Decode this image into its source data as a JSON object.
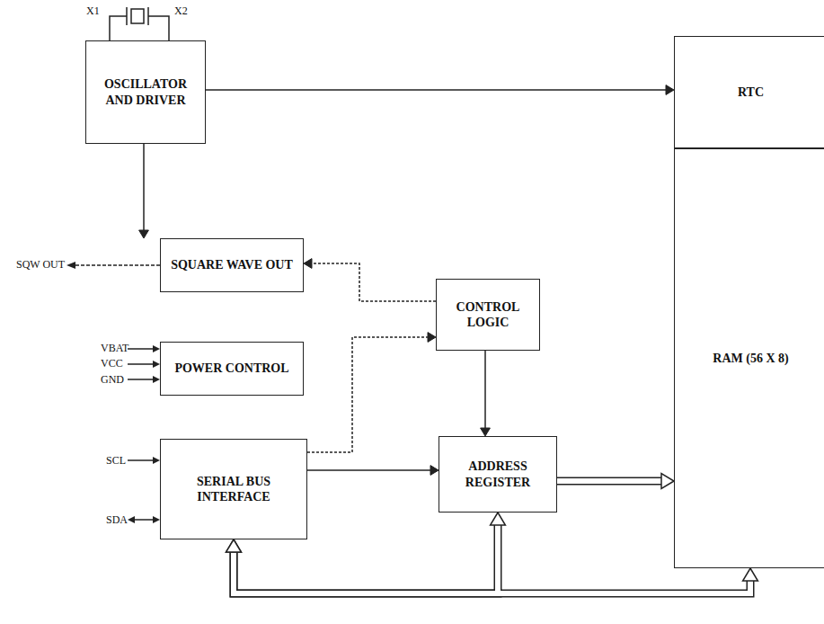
{
  "diagram": {
    "nodes": [
      {
        "text": [
          "OSCILLATOR AND DRIVER"
        ]
      },
      {
        "text": [
          "RTC"
        ]
      },
      {
        "text": [
          "SQUARE WAVE OUT"
        ]
      },
      {
        "text": [
          "CONTROL LOGIC"
        ]
      },
      {
        "text": [
          "POWER CONTROL"
        ]
      },
      {
        "text": [
          "SERIAL BUS INTERFACE"
        ]
      },
      {
        "text": [
          "ADDRESS REGISTER"
        ]
      },
      {
        "text": [
          "RAM (56 X 8)"
        ]
      }
    ],
    "edges": [
      {
        "from": 0,
        "to": 1,
        "arrow": "to"
      },
      {
        "from": 0,
        "to": 2,
        "arrow": "to"
      },
      {
        "from": 3,
        "to": 2,
        "arrow": "to"
      },
      {
        "from": 5,
        "to": 3,
        "arrow": "to"
      },
      {
        "from": 5,
        "to": 6,
        "arrow": "to"
      },
      {
        "from": 3,
        "to": 6,
        "arrow": "to"
      },
      {
        "from": 6,
        "to": 7,
        "arrow": "to"
      },
      {
        "from": 5,
        "to": 6,
        "arrow": "both"
      },
      {
        "from": 5,
        "to": 7,
        "arrow": "both"
      }
    ],
    "labels": [
      "X1",
      "X2",
      "SQW OUT",
      "VBAT",
      "VCC",
      "GND",
      "SCL",
      "SDA"
    ]
  }
}
